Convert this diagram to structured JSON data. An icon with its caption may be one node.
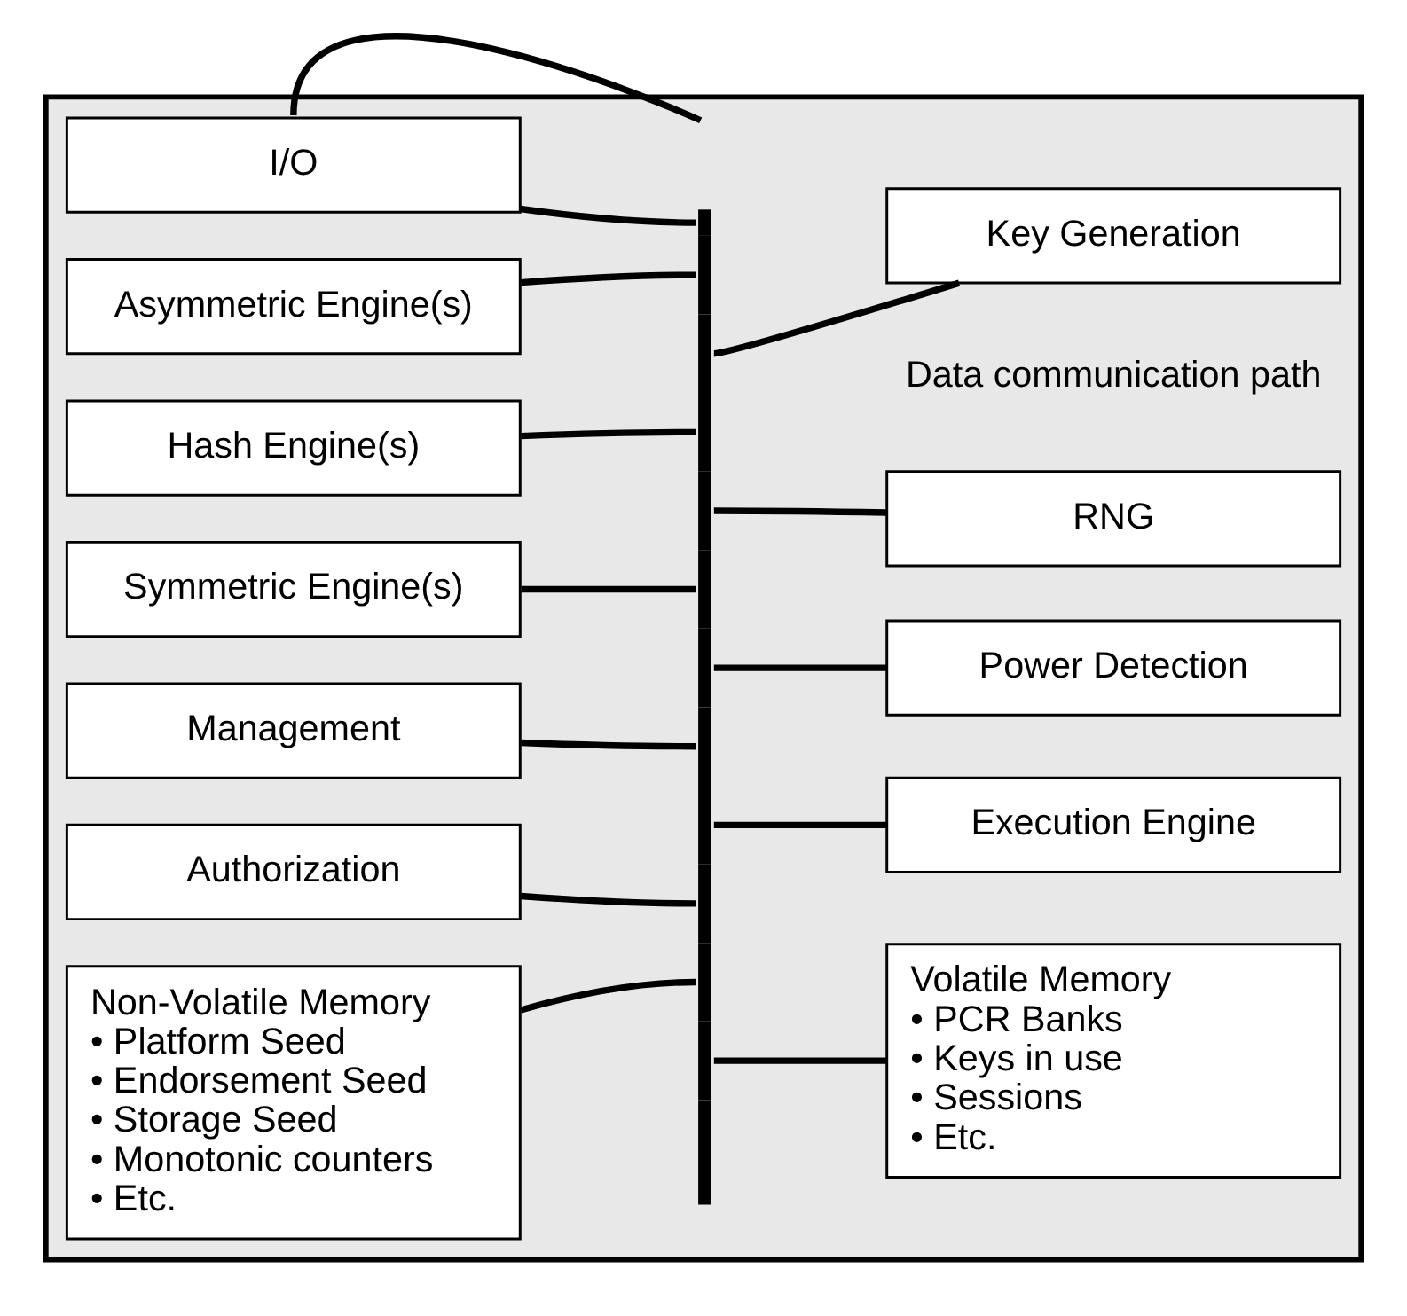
{
  "diagram": {
    "nodes": [
      {
        "text": [],
        "shape": "box"
      },
      {
        "text": [
          "I/O"
        ],
        "in": 0
      },
      {
        "text": [],
        "shape": "bar",
        "in": 0
      },
      {
        "text": [
          "Asymmetric Engine(s)"
        ],
        "in": 0
      },
      {
        "text": [
          "Key Generation"
        ],
        "in": 0
      },
      {
        "text": [
          "Hash Engine(s)"
        ],
        "in": 0
      },
      {
        "text": [
          "RNG"
        ],
        "in": 0
      },
      {
        "text": [
          "Symmetric Engine(s)"
        ],
        "in": 0
      },
      {
        "text": [
          "Power Detection"
        ],
        "in": 0
      },
      {
        "text": [
          "Management"
        ],
        "in": 0
      },
      {
        "text": [
          "Execution Engine"
        ],
        "in": 0
      },
      {
        "text": [
          "Authorization"
        ],
        "in": 0
      },
      {
        "text": [
          "Non-Volatile Memory",
          "• Platform Seed",
          "• Endorsement Seed",
          "• Storage Seed",
          "• Monotonic counters",
          "• Etc."
        ],
        "in": 0
      },
      {
        "text": [
          "Volatile Memory",
          "• PCR Banks",
          "• Keys in use",
          "• Sessions",
          "• Etc."
        ],
        "in": 0
      }
    ],
    "edges": [
      {
        "from": null,
        "to": 1,
        "arrow": "none"
      },
      {
        "from": 1,
        "to": 2,
        "arrow": "none"
      },
      {
        "from": 3,
        "to": 2,
        "arrow": "none"
      },
      {
        "from": 2,
        "to": 4,
        "arrow": "none"
      },
      {
        "from": 5,
        "to": 2,
        "arrow": "none"
      },
      {
        "from": 2,
        "to": 6,
        "arrow": "none"
      },
      {
        "from": 7,
        "to": 2,
        "arrow": "none"
      },
      {
        "from": 2,
        "to": 8,
        "arrow": "none"
      },
      {
        "from": 9,
        "to": 2,
        "arrow": "none"
      },
      {
        "from": 2,
        "to": 10,
        "arrow": "none"
      },
      {
        "from": 11,
        "to": 2,
        "arrow": "none"
      },
      {
        "from": 12,
        "to": 2,
        "arrow": "none"
      },
      {
        "from": 2,
        "to": 13,
        "arrow": "none"
      }
    ],
    "labels": [
      "Data communication path"
    ]
  }
}
